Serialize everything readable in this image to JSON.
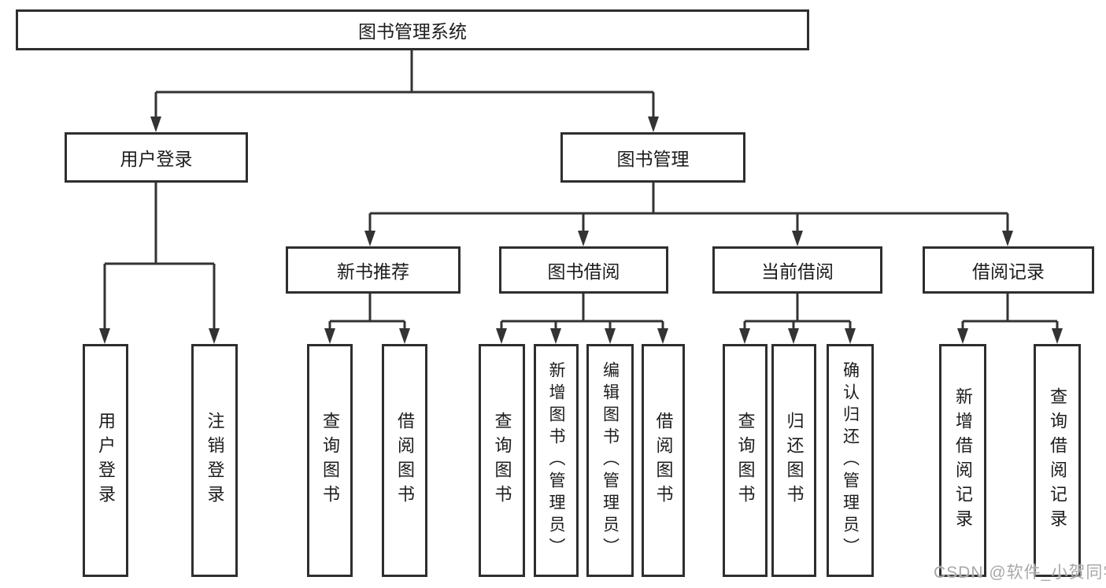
{
  "diagram": {
    "root": {
      "label": "图书管理系统"
    },
    "level2": {
      "user_login": {
        "label": "用户登录"
      },
      "book_management": {
        "label": "图书管理"
      }
    },
    "level3": {
      "new_book_recommend": {
        "label": "新书推荐"
      },
      "book_borrow": {
        "label": "图书借阅"
      },
      "current_borrow": {
        "label": "当前借阅"
      },
      "borrow_record": {
        "label": "借阅记录"
      }
    },
    "leaves": {
      "user_login_login": {
        "label": "用户登录"
      },
      "user_login_logout": {
        "label": "注销登录"
      },
      "rec_query_book": {
        "label": "查询图书"
      },
      "rec_borrow_book": {
        "label": "借阅图书"
      },
      "borrow_query_book": {
        "label": "查询图书"
      },
      "borrow_add_book": {
        "label": "新增图书（管理员）"
      },
      "borrow_edit_book": {
        "label": "编辑图书（管理员）"
      },
      "borrow_borrow_book": {
        "label": "借阅图书"
      },
      "current_query_book": {
        "label": "查询图书"
      },
      "current_return_book": {
        "label": "归还图书"
      },
      "current_confirm_return": {
        "label": "确认归还（管理员）"
      },
      "record_add_record": {
        "label": "新增借阅记录"
      },
      "record_query_record": {
        "label": "查询借阅记录"
      }
    },
    "watermark": "CSDN @软件_小贺同学",
    "colors": {
      "line": "#333333",
      "box_border": "#2e2e2e",
      "text": "#1c1c1c",
      "watermark": "#a8a8a8",
      "background": "#ffffff"
    }
  }
}
